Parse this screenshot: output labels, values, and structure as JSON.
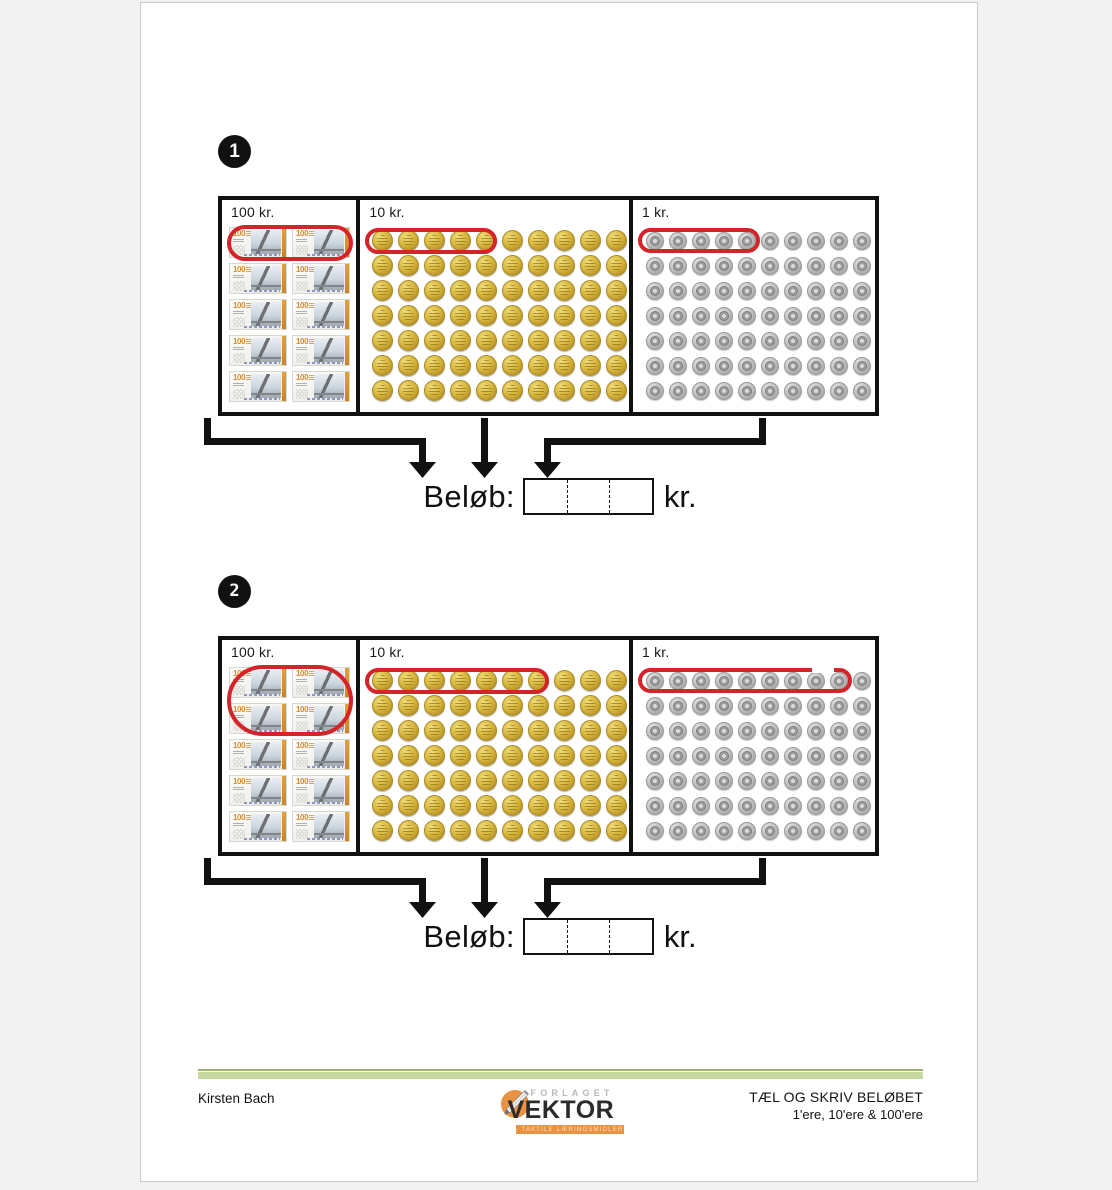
{
  "page": {
    "background_color": "#f2f2f2",
    "paper_color": "#ffffff"
  },
  "exercises": [
    {
      "number": "1",
      "panels": [
        {
          "label": "100 kr.",
          "denomination": 100,
          "kind": "banknote",
          "columns": 2,
          "rows": 5,
          "total_items": 10,
          "circled_count": 2
        },
        {
          "label": "10 kr.",
          "denomination": 10,
          "kind": "gold-coin",
          "columns": 10,
          "rows": 7,
          "total_items": 70,
          "circled_count": 5
        },
        {
          "label": "1 kr.",
          "denomination": 1,
          "kind": "silver-coin",
          "columns": 10,
          "rows": 7,
          "total_items": 70,
          "circled_count": 5
        }
      ],
      "answer": {
        "label": "Beløb:",
        "unit": "kr.",
        "cells": [
          "",
          "",
          ""
        ]
      }
    },
    {
      "number": "2",
      "panels": [
        {
          "label": "100 kr.",
          "denomination": 100,
          "kind": "banknote",
          "columns": 2,
          "rows": 5,
          "total_items": 10,
          "circled_count": 4
        },
        {
          "label": "10 kr.",
          "denomination": 10,
          "kind": "gold-coin",
          "columns": 10,
          "rows": 7,
          "total_items": 70,
          "circled_count": 7
        },
        {
          "label": "1 kr.",
          "denomination": 1,
          "kind": "silver-coin",
          "columns": 10,
          "rows": 7,
          "total_items": 70,
          "circled_count": 9
        }
      ],
      "answer": {
        "label": "Beløb:",
        "unit": "kr.",
        "cells": [
          "",
          "",
          ""
        ]
      }
    }
  ],
  "banknote": {
    "value_text": "100"
  },
  "footer": {
    "author": "Kirsten Bach",
    "title": "TÆL OG SKRIV BELØBET",
    "subtitle": "1'ere, 10'ere & 100'ere",
    "logo": {
      "top_text": "FORLAGET",
      "name": "VEKTOR",
      "tagline": "- TAKTILE LÆRINGSMIDLER",
      "accent_color": "#e89242"
    },
    "rule_colors": {
      "thin": "#9bb566",
      "thick": "#c7d9a0"
    }
  },
  "colors": {
    "highlight_red": "#d5232a",
    "ink": "#111111",
    "gold": "#d8b83c",
    "silver": "#c2c2c2"
  }
}
